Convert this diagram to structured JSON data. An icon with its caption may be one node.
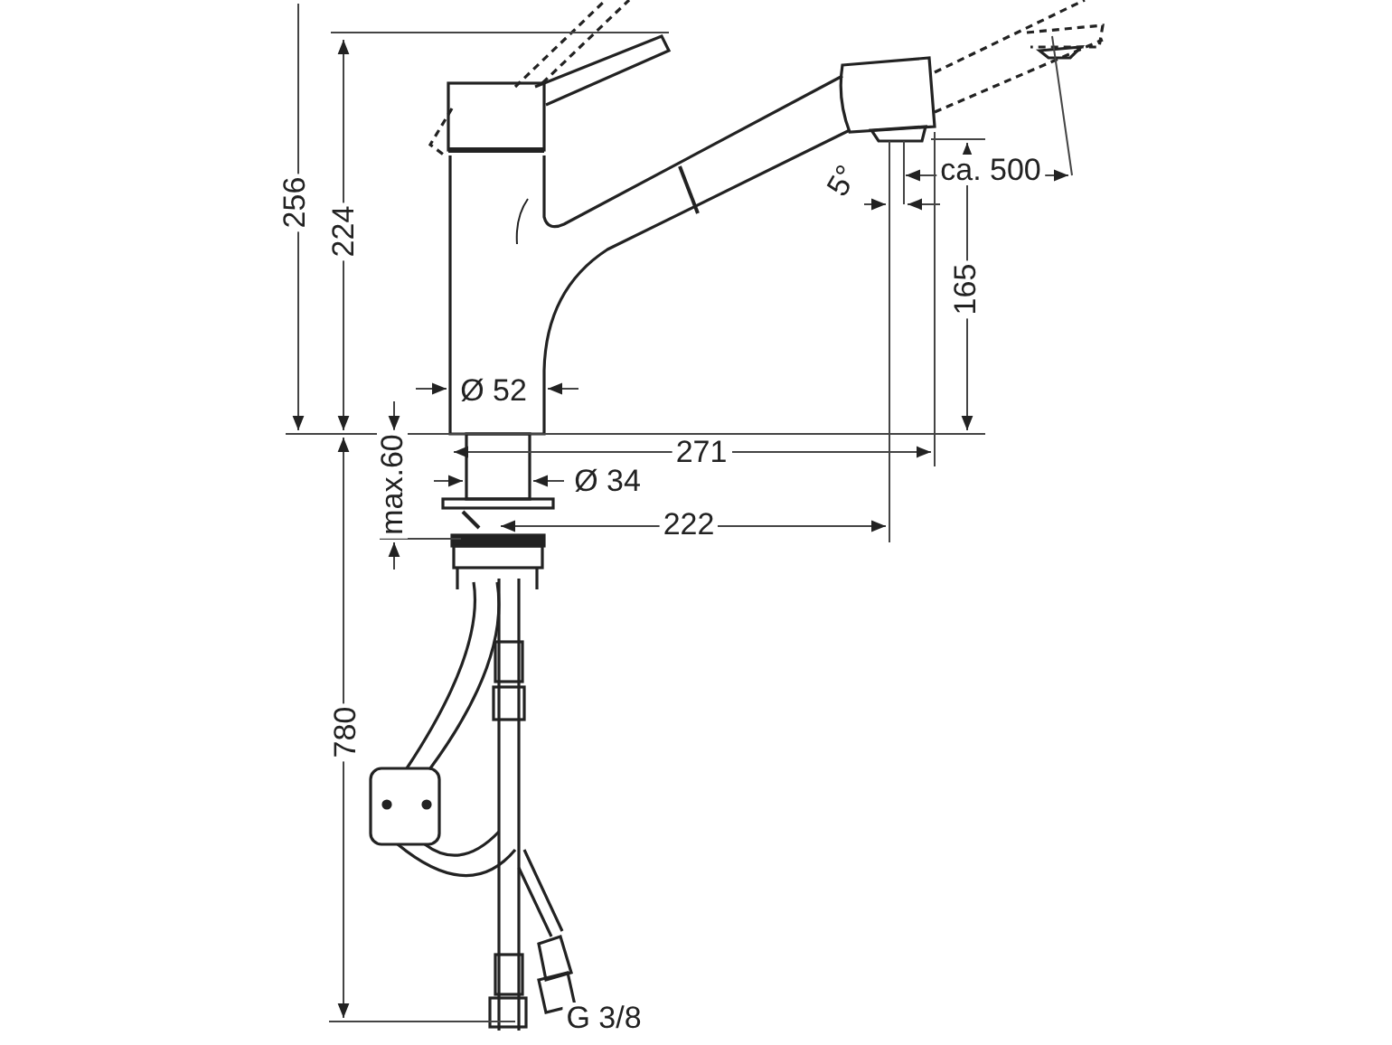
{
  "diagram": {
    "labels": [
      "256",
      "224",
      "5°",
      "ca. 500",
      "165",
      "Ø 52",
      "271",
      "max.60",
      "Ø 34",
      "222",
      "780",
      "G 3/8"
    ]
  }
}
